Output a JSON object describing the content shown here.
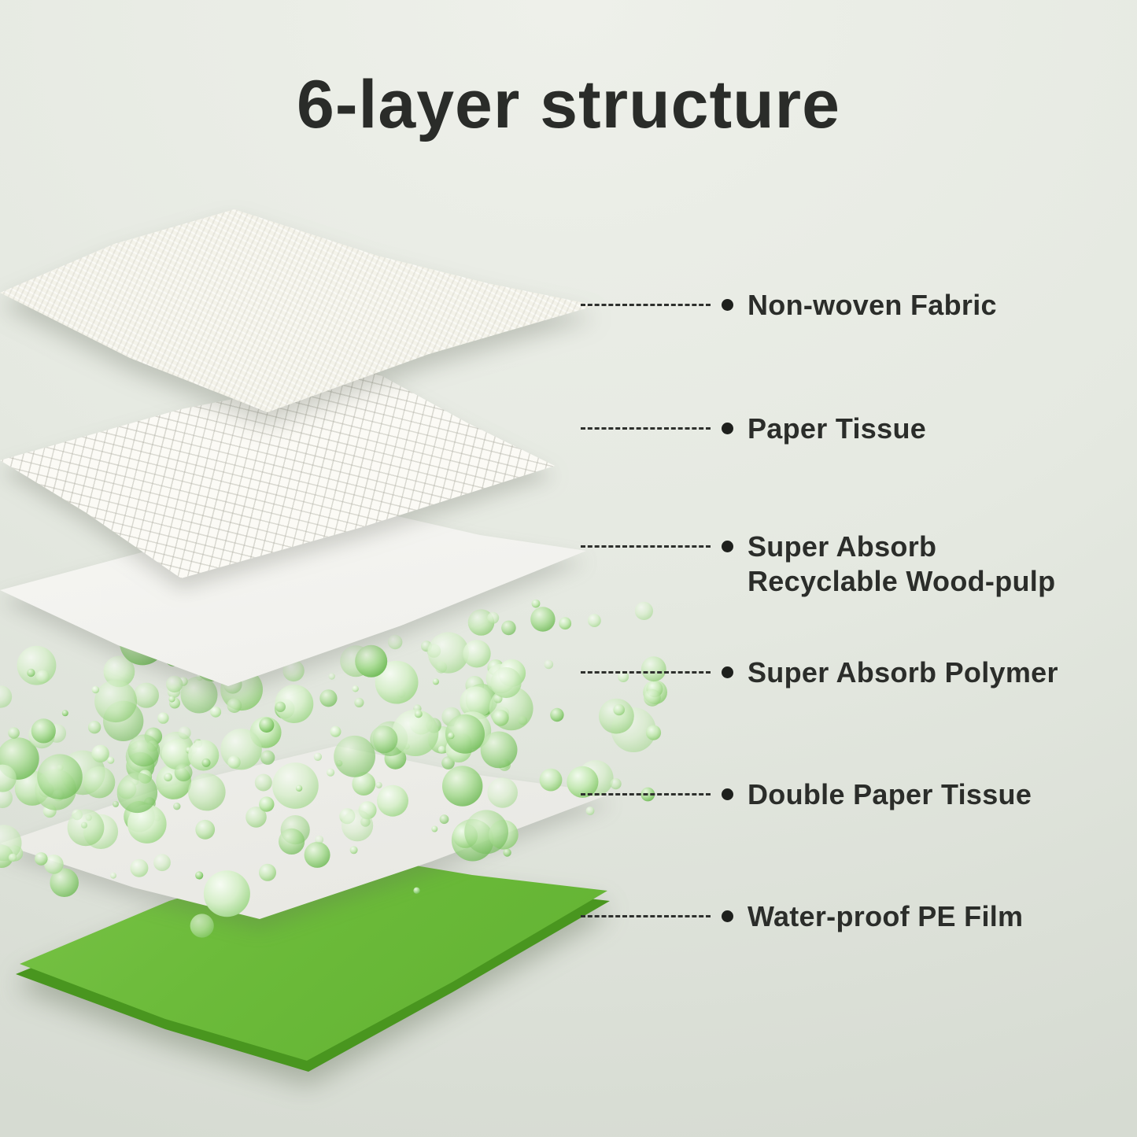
{
  "title": "6-layer structure",
  "labels": [
    {
      "text": "Non-woven Fabric"
    },
    {
      "text": "Paper Tissue"
    },
    {
      "text": "Super Absorb\nRecyclable Wood-pulp"
    },
    {
      "text": "Super Absorb Polymer"
    },
    {
      "text": "Double Paper Tissue"
    },
    {
      "text": "Water-proof PE Film"
    }
  ],
  "layers": [
    "Non-woven Fabric",
    "Paper Tissue",
    "Super Absorb Recyclable Wood-pulp",
    "Super Absorb Polymer",
    "Double Paper Tissue",
    "Water-proof PE Film"
  ],
  "colors": {
    "background": "#e6e9e2",
    "text": "#2b2d2a",
    "accent_green": "#6cbb3a",
    "polymer_green": "#a9dc94",
    "sheet_white": "#f4f3ea"
  }
}
